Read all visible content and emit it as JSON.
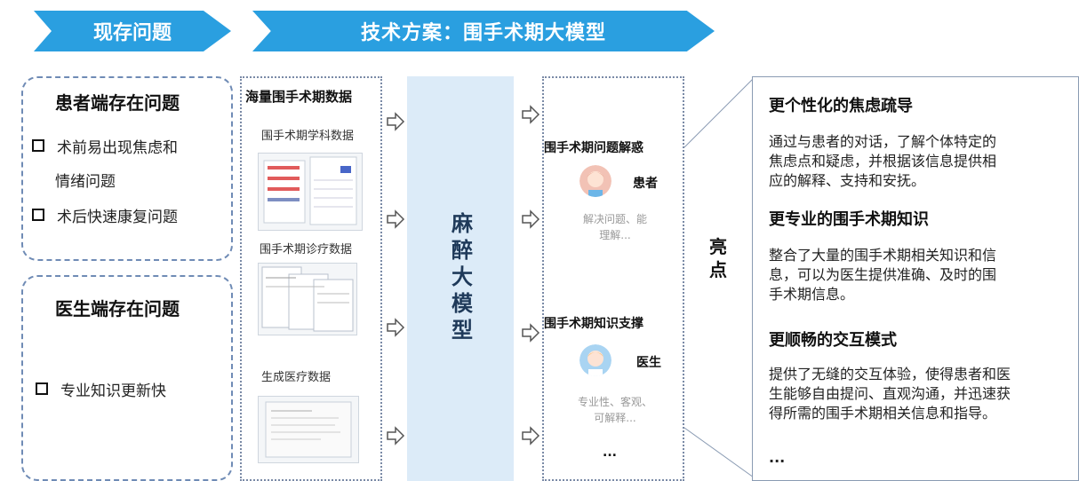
{
  "banners": {
    "current_problems": "现存问题",
    "solution": "技术方案：围手术期大模型"
  },
  "patient_box": {
    "title": "患者端存在问题",
    "items": [
      "术前易出现焦虑和",
      "情绪问题",
      "术后快速康复问题"
    ]
  },
  "doctor_box": {
    "title": "医生端存在问题",
    "items": [
      "专业知识更新快"
    ]
  },
  "data_column": {
    "title": "海量围手术期数据",
    "labels": [
      "围手术期学科数据",
      "围手术期诊疗数据",
      "生成医疗数据"
    ]
  },
  "llm": {
    "label": "麻醉大模型"
  },
  "app_column": {
    "section1_title": "围手术期问题解惑",
    "section1_role": "患者",
    "section1_desc": [
      "解决问题、能",
      "理解..."
    ],
    "section2_title": "围手术期知识支撑",
    "section2_role": "医生",
    "section2_desc": [
      "专业性、客观、",
      "可解释..."
    ],
    "more": "..."
  },
  "highlights_label": "亮点",
  "highlights": {
    "h1": "更个性化的焦虑疏导",
    "t1": [
      "通过与患者的对话，了解个体特定的",
      "焦虑点和疑虑，并根据该信息提供相",
      "应的解释、支持和安抚。"
    ],
    "h2": "更专业的围手术期知识",
    "t2": [
      "整合了大量的围手术期相关知识和信",
      "息，可以为医生提供准确、及时的围",
      "手术期信息。"
    ],
    "h3": "更顺畅的交互模式",
    "t3": [
      "提供了无缝的交互体验，使得患者和医",
      "生能够自由提问、直观沟通，并迅速获",
      "得所需的围手术期相关信息和指导。"
    ],
    "more": "..."
  },
  "icons": [
    "arrow-right-icon",
    "patient-avatar-icon",
    "doctor-avatar-icon",
    "checkbox-square-icon"
  ],
  "colors": {
    "banner": "#2a9fe0",
    "llm_bg": "#dcebf8",
    "dash": "#6f8bb5"
  }
}
